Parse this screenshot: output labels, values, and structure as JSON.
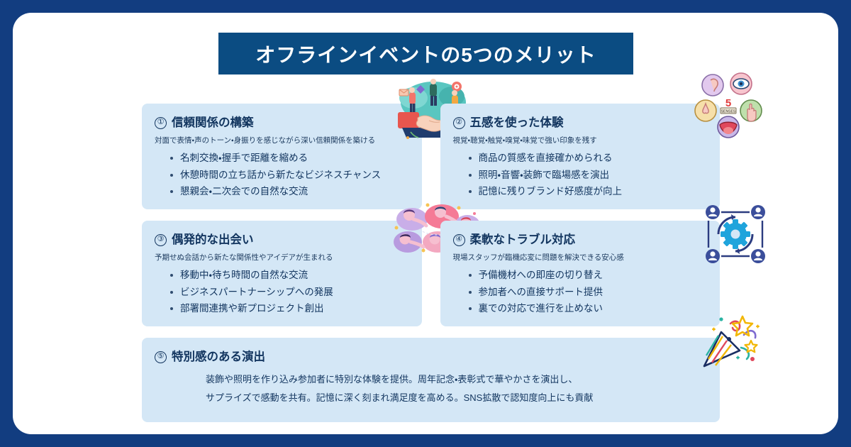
{
  "title": "オフラインイベントの5つのメリット",
  "theme": {
    "frame_color": "#123D80",
    "title_bar_color": "#0B4C82",
    "card_bg": "#D4E7F6",
    "heading_color": "#12355F"
  },
  "cards": [
    {
      "number": "①",
      "heading": "信頼関係の構築",
      "subtitle": "対面で表情・声のトーン・身振りを感じながら深い信頼関係を築ける",
      "items": [
        "名刺交換・握手で距離を縮める",
        "休憩時間の立ち話から新たなビジネスチャンス",
        "懇親会・二次会での自然な交流"
      ],
      "icon": "handshake-illustration"
    },
    {
      "number": "②",
      "heading": "五感を使った体験",
      "subtitle": "視覚・聴覚・触覚・嗅覚・味覚で強い印象を残す",
      "items": [
        "商品の質感を直接確かめられる",
        "照明・音響・装飾で臨場感を演出",
        "記憶に残りブランド好感度が向上"
      ],
      "icon": "five-senses-illustration"
    },
    {
      "number": "③",
      "heading": "偶発的な出会い",
      "subtitle": "予期せぬ会話から新たな関係性やアイデアが生まれる",
      "items": [
        "移動中・待ち時間の自然な交流",
        "ビジネスパートナーシップへの発展",
        "部署間連携や新プロジェクト創出"
      ],
      "icon": "people-network-illustration"
    },
    {
      "number": "④",
      "heading": "柔軟なトラブル対応",
      "subtitle": "現場スタッフが臨機応変に問題を解決できる安心感",
      "items": [
        "予備機材への即座の切り替え",
        "参加者への直接サポート提供",
        "裏での対応で進行を止めない"
      ],
      "icon": "gear-team-illustration"
    },
    {
      "number": "⑤",
      "heading": "特別感のある演出",
      "body_line1": "装飾や照明を作り込み参加者に特別な体験を提供。周年記念・表彰式で華やかさを演出し、",
      "body_line2": "サプライズで感動を共有。記憶に深く刻まれ満足度を高める。SNS拡散で認知度向上にも貢献",
      "icon": "party-popper-illustration"
    }
  ]
}
